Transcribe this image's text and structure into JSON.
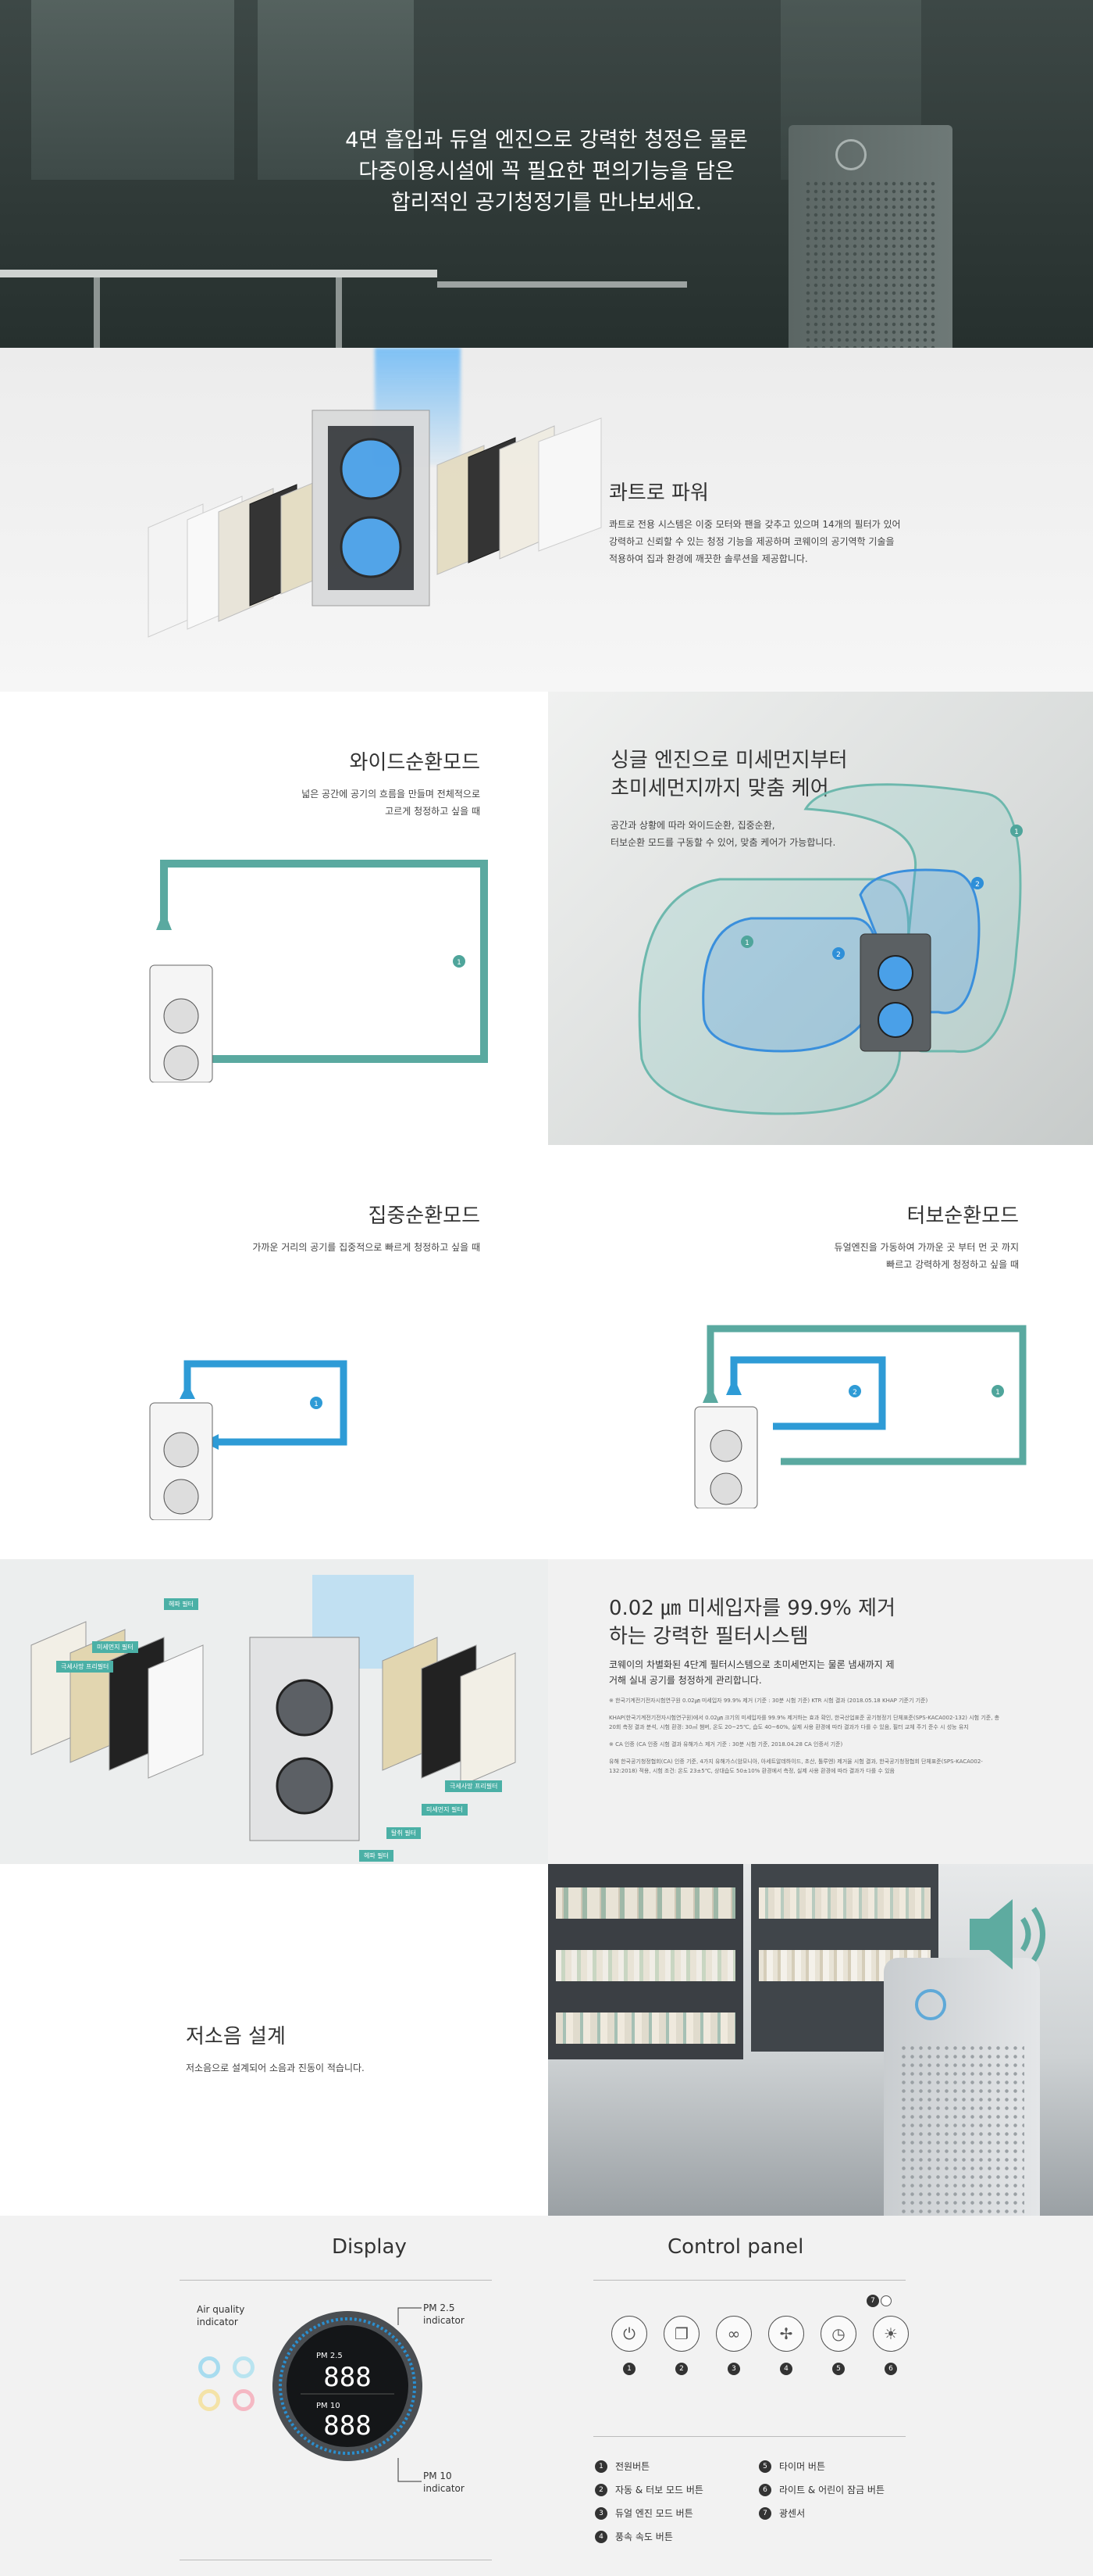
{
  "hero": {
    "line1": "4면 흡입과 듀얼 엔진으로 강력한 청정은 물론",
    "line2": "다중이용시설에 꼭 필요한 편의기능을 담은",
    "line3": "합리적인 공기청정기를 만나보세요."
  },
  "quartro": {
    "title": "콰트로 파워",
    "body1": "콰트로 전용 시스템은 이중 모터와 팬을 갖추고 있으며 14개의 필터가 있어",
    "body2": "강력하고 신뢰할 수 있는 청정 기능을 제공하며 코웨이의 공기역학 기술을",
    "body3": "적용하여 집과 환경에 깨끗한 솔루션을 제공합니다."
  },
  "wide_mode": {
    "title": "와이드순환모드",
    "body1": "넓은 공간에 공기의 흐름을 만들며 전체적으로",
    "body2": "고르게 청정하고 싶을 때",
    "marker": "1"
  },
  "single_engine": {
    "title1": "싱글 엔진으로 미세먼지부터",
    "title2": "초미세먼지까지 맞춤 케어",
    "body1": "공간과 상황에 따라 와이드순환, 집중순환,",
    "body2": "터보순환 모드를 구동할 수 있어, 맞춤 케어가 가능합니다.",
    "markers": [
      "1",
      "2",
      "2",
      "1"
    ]
  },
  "concentrated_mode": {
    "title": "집중순환모드",
    "body1": "가까운 거리의 공기를 집중적으로 빠르게 청정하고 싶을 때",
    "marker": "1"
  },
  "turbo_mode": {
    "title": "터보순환모드",
    "body1": "듀얼엔진을 가동하여 가까운 곳 부터 먼 곳 까지",
    "body2": "빠르고 강력하게 청정하고 싶을 때",
    "markers": [
      "2",
      "1"
    ]
  },
  "filter_system": {
    "title1": "0.02 ㎛ 미세입자를 99.9% 제거",
    "title2": "하는 강력한 필터시스템",
    "body1": "코웨이의 차별화된 4단계 필터시스템으로 초미세먼지는 물론 냄새까지 제",
    "body2": "거해 실내 공기를 청정하게 관리합니다.",
    "note1": "※ 한국기계전기전자시험연구원 0.02㎛ 미세입자 99.9% 제거 (기준 : 30분 시험 기준) KTR 시험 결과 (2018.05.18 KHAP 기준기 기준)",
    "note2": "KHAP(한국기계전기전자시험연구원)에서 0.02㎛ 크기의 미세입자를 99.9% 제거하는 효과 확인, 한국산업표준 공기청정기 단체표준(SPS-KACA002-132) 시험 기준, 총 20회 측정 결과 분석, 시험 환경: 30㎥ 챔버, 온도 20~25℃, 습도 40~60%, 실제 사용 환경에 따라 결과가 다를 수 있음, 필터 교체 주기 준수 시 성능 유지",
    "note3": "※ CA 인증 (CA 인증 시험 결과 유해가스 제거 기준 : 30분 시험 기준, 2018.04.28 CA 인증서 기준)",
    "note4": "유해 한국공기청정협회(CA) 인증 기준, 4가지 유해가스(암모니아, 아세트알데하이드, 초산, 톨루엔) 제거율 시험 결과, 한국공기청정협회 단체표준(SPS-KACA002-132:2018) 적용, 시험 조건: 온도 23±5℃, 상대습도 50±10% 환경에서 측정, 실제 사용 환경에 따라 결과가 다를 수 있음",
    "tags": [
      "헤파 필터",
      "미세먼지 필터",
      "극세사망 프리필터",
      "극세사망 프리필터",
      "미세먼지 필터",
      "탈취 필터",
      "헤파 필터"
    ]
  },
  "low_noise": {
    "title": "저소음 설계",
    "body": "저소음으로 설계되어 소음과 진동이 적습니다."
  },
  "display": {
    "title": "Display",
    "air_label1": "Air quality",
    "air_label2": "indicator",
    "pm25_label1": "PM 2.5",
    "pm25_label2": "indicator",
    "pm10_label1": "PM 10",
    "pm10_label2": "indicator",
    "screen_pm25": "PM 2.5",
    "screen_pm10": "PM 10",
    "digits1": "888",
    "digits2": "888"
  },
  "control_panel": {
    "title": "Control panel",
    "buttons": [
      {
        "n": "1",
        "glyph": "⏻"
      },
      {
        "n": "2",
        "glyph": "❐"
      },
      {
        "n": "3",
        "glyph": "∞"
      },
      {
        "n": "4",
        "glyph": "✢"
      },
      {
        "n": "5",
        "glyph": "◷"
      },
      {
        "n": "6",
        "glyph": "☀"
      }
    ],
    "sensor_n": "7",
    "legend": [
      {
        "n": "1",
        "label": "전원버튼"
      },
      {
        "n": "2",
        "label": "자동 & 터보 모드 버튼"
      },
      {
        "n": "3",
        "label": "듀얼 엔진 모드 버튼"
      },
      {
        "n": "4",
        "label": "풍속 속도 버튼"
      },
      {
        "n": "5",
        "label": "타이머 버튼"
      },
      {
        "n": "6",
        "label": "라이트 & 어린이 잠금 버튼"
      },
      {
        "n": "7",
        "label": "광센서"
      }
    ]
  },
  "colors": {
    "teal": "#4fa59b",
    "blue": "#2e9bd6",
    "dark_teal": "#2f5e64"
  }
}
